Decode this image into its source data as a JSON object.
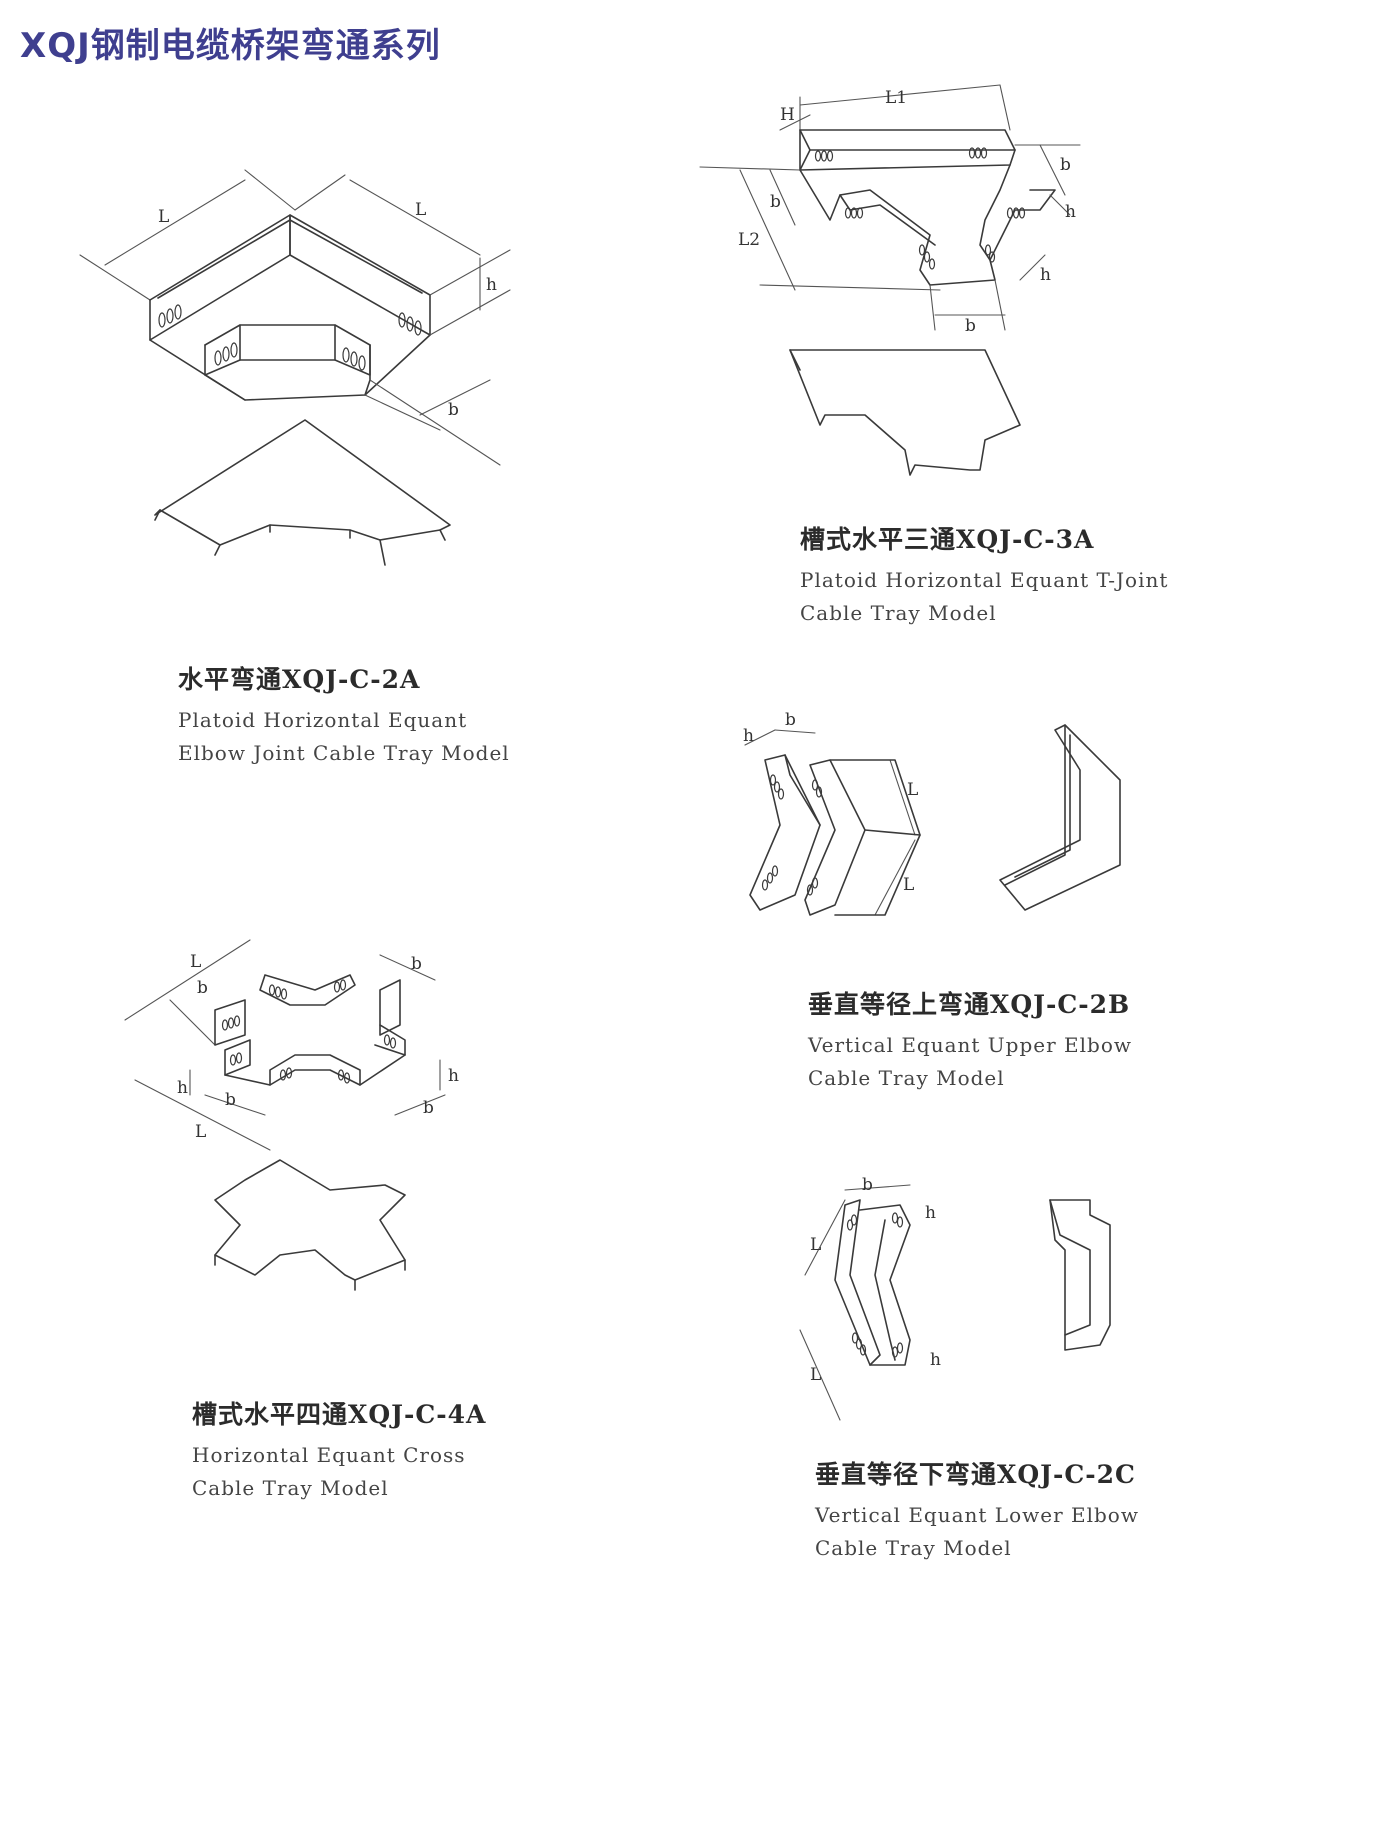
{
  "page": {
    "title": "XQJ钢制电缆桥架弯通系列"
  },
  "dimension_labels": {
    "L": "L",
    "L1": "L1",
    "L2": "L2",
    "b": "b",
    "h": "h",
    "H": "H"
  },
  "products": [
    {
      "name_cn": "水平弯通XQJ-C-2A",
      "name_en_line1": "Platoid Horizontal Equant",
      "name_en_line2": "Elbow Joint Cable Tray Model"
    },
    {
      "name_cn": "槽式水平三通XQJ-C-3A",
      "name_en_line1": "Platoid Horizontal Equant T-Joint",
      "name_en_line2": "Cable Tray Model"
    },
    {
      "name_cn": "槽式水平四通XQJ-C-4A",
      "name_en_line1": "Horizontal Equant Cross",
      "name_en_line2": "Cable Tray Model"
    },
    {
      "name_cn": "垂直等径上弯通XQJ-C-2B",
      "name_en_line1": "Vertical Equant Upper Elbow",
      "name_en_line2": "Cable Tray Model"
    },
    {
      "name_cn": "垂直等径下弯通XQJ-C-2C",
      "name_en_line1": "Vertical Equant Lower Elbow",
      "name_en_line2": "Cable Tray Model"
    }
  ]
}
